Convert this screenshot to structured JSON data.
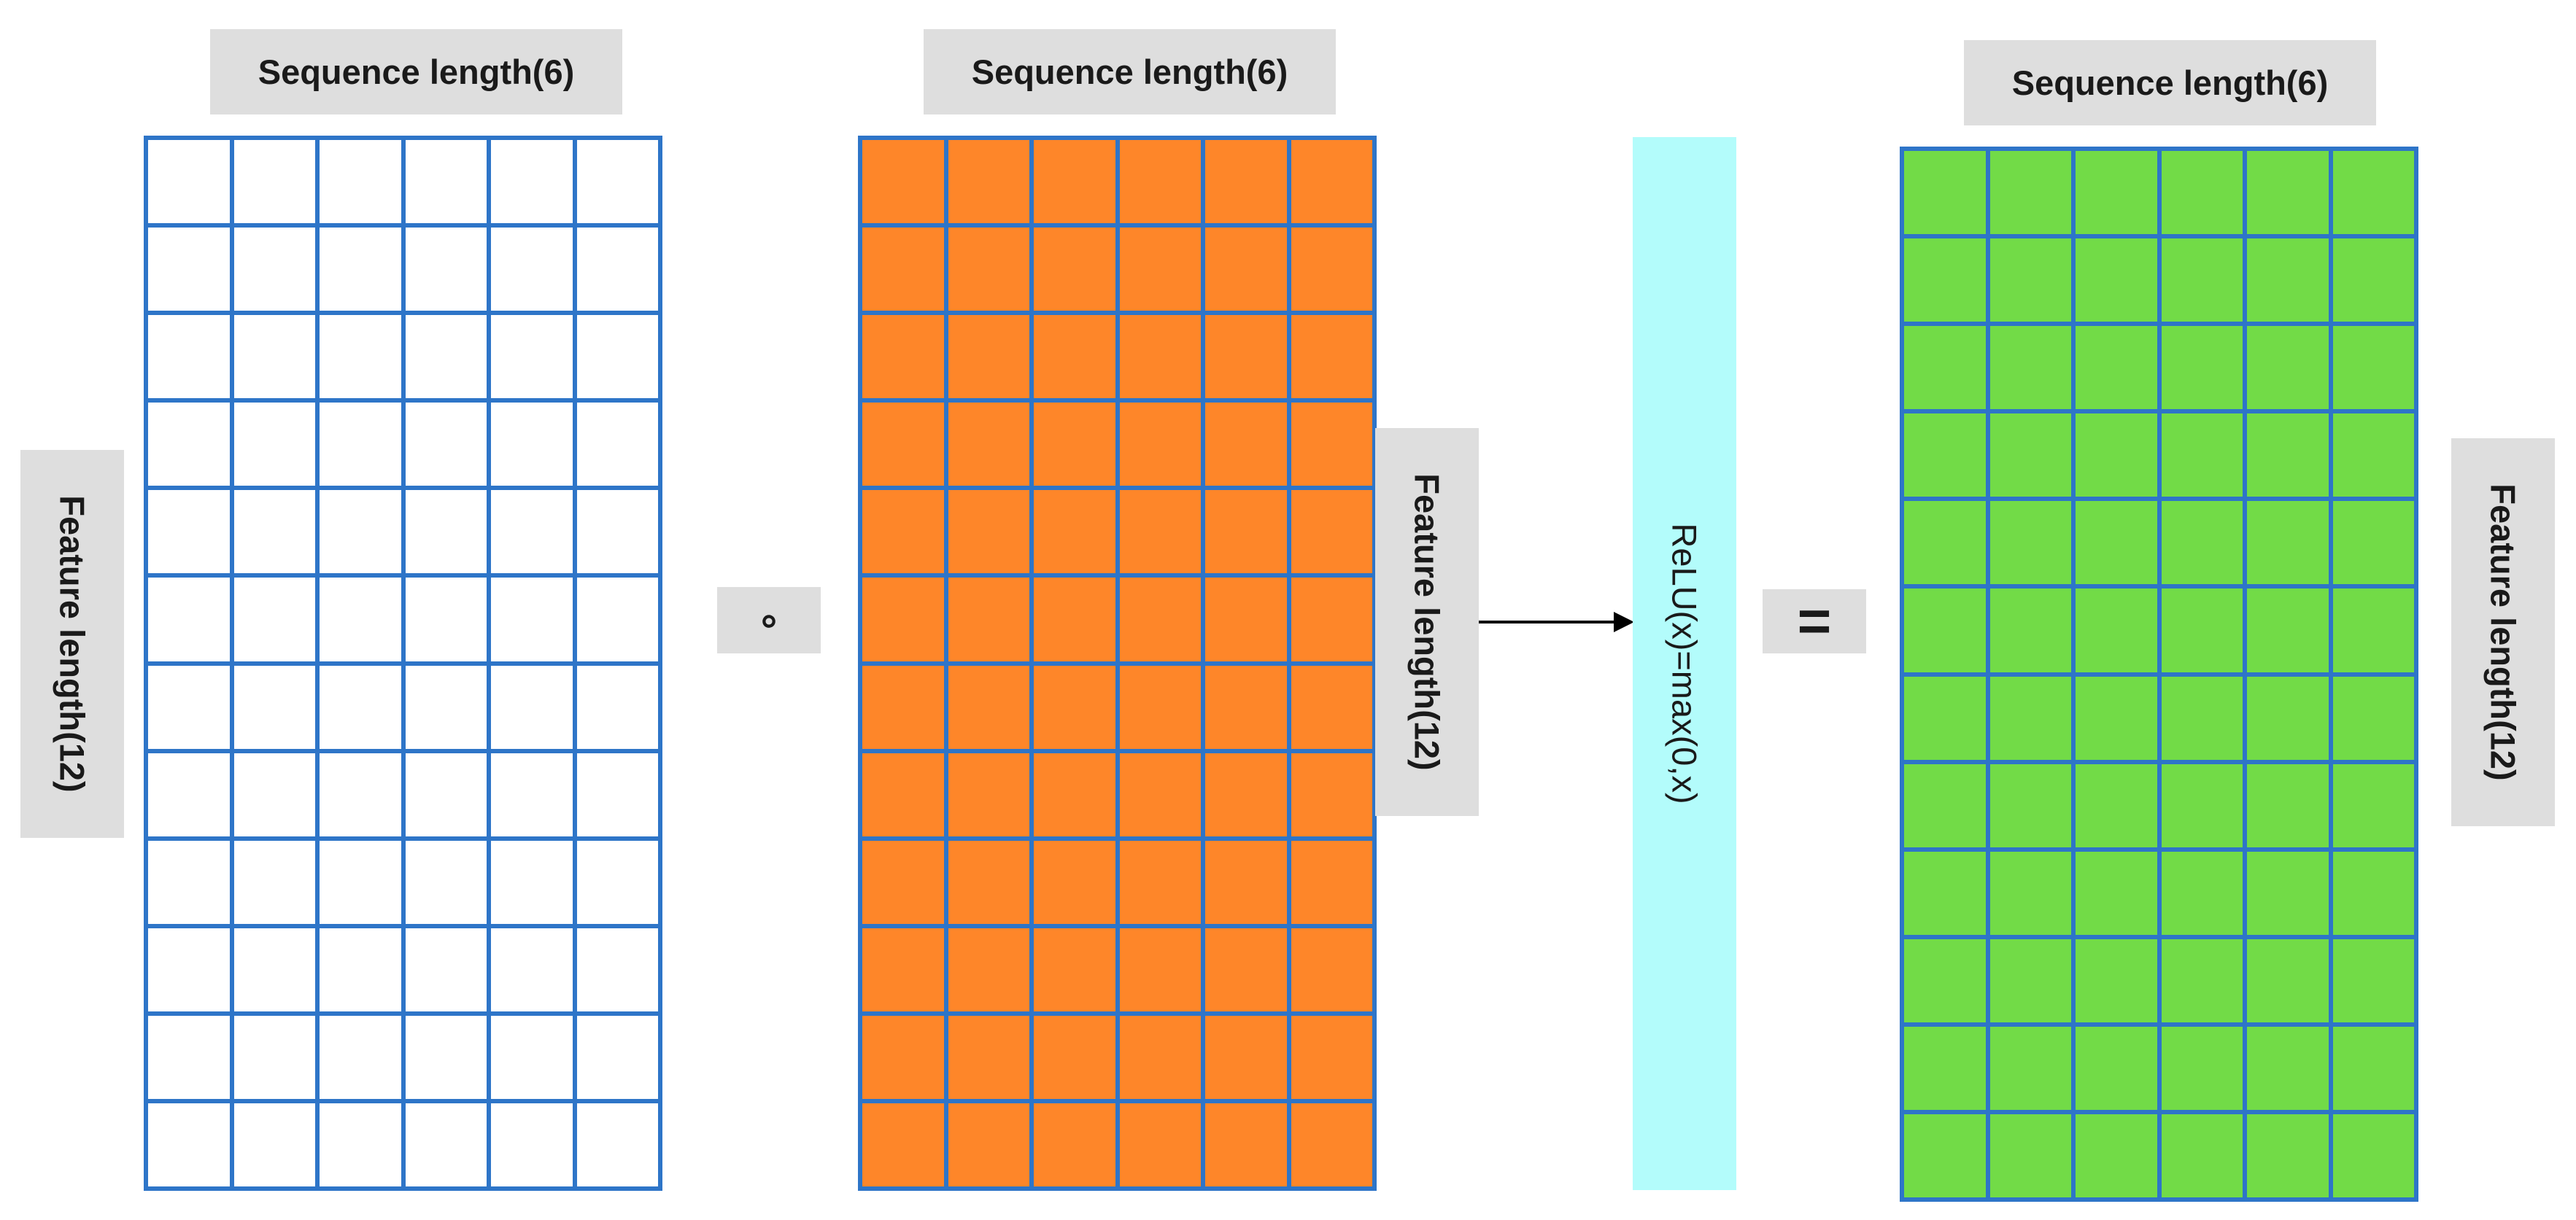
{
  "matrices": [
    {
      "id": "input",
      "seq_label": "Sequence length(6)",
      "feat_label": "Feature length(12)",
      "fill": "#ffffff",
      "rows": 12,
      "cols": 6
    },
    {
      "id": "weights",
      "seq_label": "Sequence length(6)",
      "feat_label": "Feature length(12)",
      "fill": "#fe8629",
      "rows": 12,
      "cols": 6
    },
    {
      "id": "output",
      "seq_label": "Sequence length(6)",
      "feat_label": "Feature length(12)",
      "fill": "#72db47",
      "rows": 12,
      "cols": 6
    }
  ],
  "operators": {
    "hadamard": "∘",
    "equals": "="
  },
  "activation": {
    "label": "ReLU(x)=max(0,x)",
    "color": "#b3fcfb"
  },
  "grid_line_color": "#2e75c8"
}
